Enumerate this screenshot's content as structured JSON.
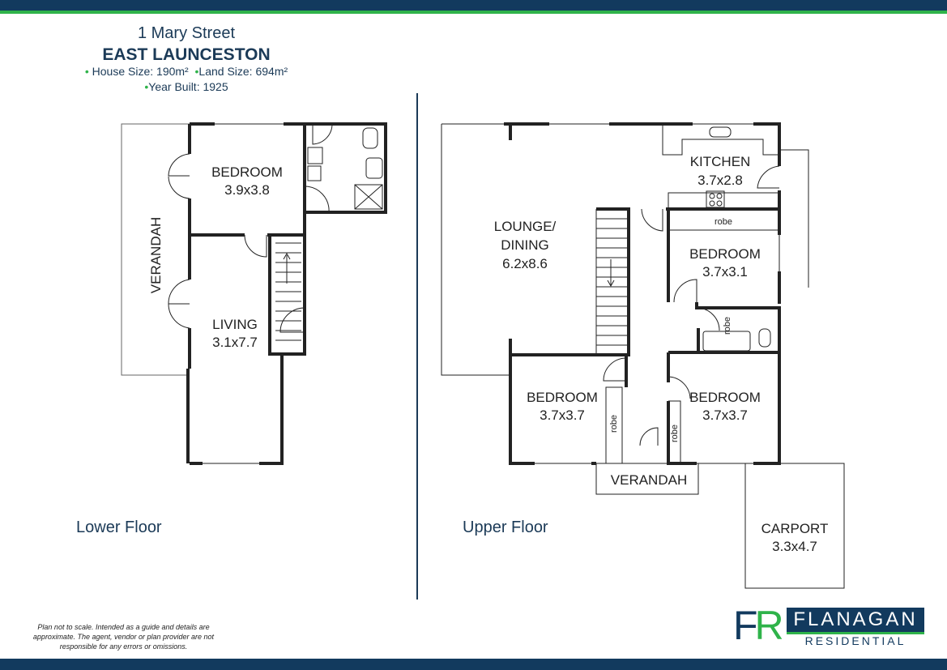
{
  "header": {
    "street": "1 Mary Street",
    "suburb": "EAST LAUNCESTON",
    "house_size": "House Size: 190m²",
    "land_size": "Land Size: 694m²",
    "year_built": "Year Built: 1925"
  },
  "lower_floor": {
    "label": "Lower Floor",
    "rooms": {
      "bedroom_name": "BEDROOM",
      "bedroom_size": "3.9x3.8",
      "living_name": "LIVING",
      "living_size": "3.1x7.7",
      "verandah": "VERANDAH"
    }
  },
  "upper_floor": {
    "label": "Upper Floor",
    "rooms": {
      "lounge_1": "LOUNGE/",
      "lounge_2": "DINING",
      "lounge_size": "6.2x8.6",
      "kitchen_name": "KITCHEN",
      "kitchen_size": "3.7x2.8",
      "bed1_name": "BEDROOM",
      "bed1_size": "3.7x3.1",
      "bed2_name": "BEDROOM",
      "bed2_size": "3.7x3.7",
      "bed3_name": "BEDROOM",
      "bed3_size": "3.7x3.7",
      "robe": "robe",
      "verandah": "VERANDAH",
      "carport_name": "CARPORT",
      "carport_size": "3.3x4.7"
    }
  },
  "disclaimer": "Plan not to scale. Intended as a guide and details are approximate. The agent, vendor or plan provider are not responsible for any errors or omissions.",
  "logo": {
    "mark_f": "F",
    "mark_r": "R",
    "name": "FLANAGAN",
    "sub": "RESIDENTIAL"
  },
  "colors": {
    "navy": "#123a5e",
    "green": "#2fb34a",
    "wall": "#222222"
  }
}
